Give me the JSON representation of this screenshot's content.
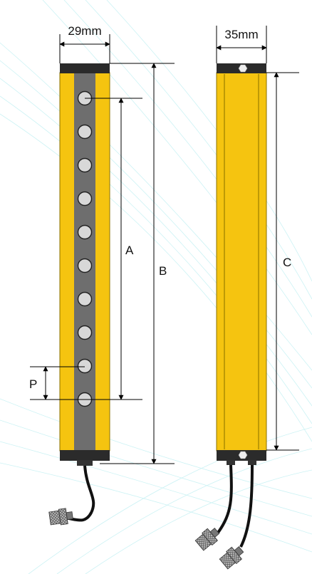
{
  "dimensions": {
    "width_left": "29mm",
    "width_right": "35mm",
    "label_a": "A",
    "label_b": "B",
    "label_c": "C",
    "label_p": "P"
  },
  "emitter": {
    "beam_count": 10
  },
  "colors": {
    "housing": "#F5C410",
    "strip": "#6E6E6E",
    "end_cap": "#2B2B2B",
    "lens": "#D8D8D8",
    "background_lines": "#BFEFF2"
  }
}
